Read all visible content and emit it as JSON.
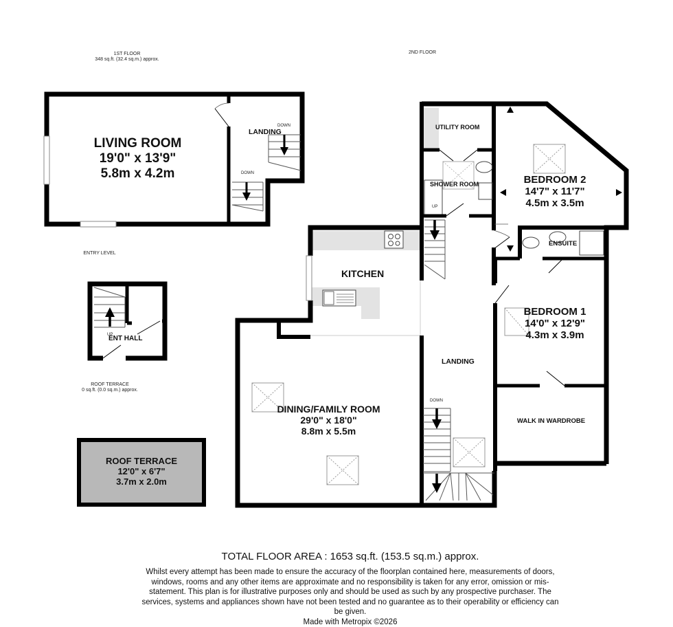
{
  "floors": {
    "first": {
      "title": "1ST FLOOR",
      "area": "348 sq.ft. (32.4 sq.m.) approx."
    },
    "second": {
      "title": "2ND FLOOR"
    },
    "entry": {
      "title": "ENTRY LEVEL"
    },
    "roof": {
      "title": "ROOF TERRACE",
      "area": "0 sq.ft. (0.0 sq.m.) approx."
    }
  },
  "rooms": {
    "living": {
      "name": "LIVING ROOM",
      "imperial": "19'0\"  x 13'9\"",
      "metric": "5.8m  x 4.2m"
    },
    "landing1": {
      "name": "LANDING"
    },
    "ent_hall": {
      "name": "ENT HALL"
    },
    "roof_terrace": {
      "name": "ROOF TERRACE",
      "imperial": "12'0\"  x 6'7\"",
      "metric": "3.7m  x 2.0m"
    },
    "kitchen": {
      "name": "KITCHEN"
    },
    "dining": {
      "name": "DINING/FAMILY ROOM",
      "imperial": "29'0\"  x 18'0\"",
      "metric": "8.8m  x 5.5m"
    },
    "landing2": {
      "name": "LANDING"
    },
    "utility": {
      "name": "UTILITY ROOM"
    },
    "shower": {
      "name": "SHOWER ROOM"
    },
    "bedroom2": {
      "name": "BEDROOM 2",
      "imperial": "14'7\"  x 11'7\"",
      "metric": "4.5m  x 3.5m"
    },
    "ensuite": {
      "name": "ENSUITE"
    },
    "bedroom1": {
      "name": "BEDROOM 1",
      "imperial": "14'0\"  x 12'9\"",
      "metric": "4.3m  x 3.9m"
    },
    "wardrobe": {
      "name": "WALK IN WARDROBE"
    }
  },
  "stair_labels": {
    "down": "DOWN",
    "up": "UP"
  },
  "footer": {
    "total": "TOTAL FLOOR AREA : 1653 sq.ft. (153.5 sq.m.) approx.",
    "disclaimer": "Whilst every attempt has been made to ensure the accuracy of the floorplan contained here, measurements of doors, windows, rooms and any other items are approximate and no responsibility is taken for any error, omission or mis-statement. This plan is for illustrative purposes only and should be used as such by any prospective purchaser. The services, systems and appliances shown have not been tested and no guarantee as to their operability or efficiency can be given.",
    "credit": "Made with Metropix ©2026"
  },
  "colors": {
    "wall": "#000000",
    "terrace_fill": "#b8b8b8",
    "counter": "#e3e3e3"
  }
}
